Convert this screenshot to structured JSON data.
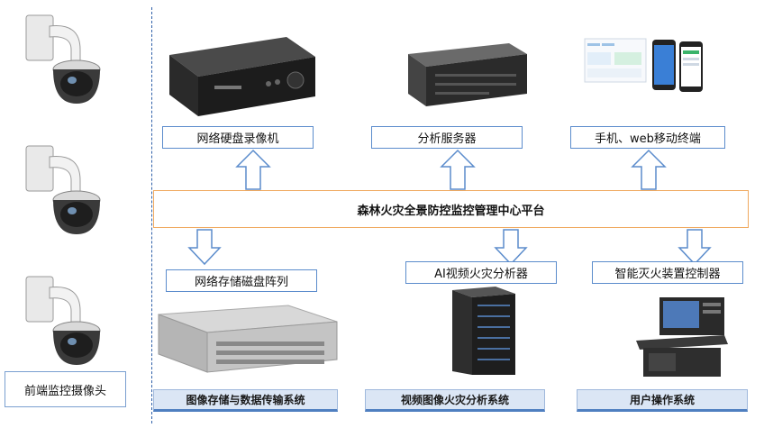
{
  "platform": {
    "title": "森林火灾全景防控监控管理中心平台"
  },
  "front_end": {
    "label": "前端监控摄像头"
  },
  "devices": [
    {
      "label": "网络硬盘录像机"
    },
    {
      "label": "分析服务器"
    },
    {
      "label": "手机、web移动终端"
    },
    {
      "label": "网络存储磁盘阵列"
    },
    {
      "label": "AI视频火灾分析器"
    },
    {
      "label": "智能灭火装置控制器"
    }
  ],
  "systems": [
    {
      "label": "图像存储与数据传输系统"
    },
    {
      "label": "视频图像火灾分析系统"
    },
    {
      "label": "用户操作系统"
    }
  ],
  "colors": {
    "arrow_outline": "#5b8ccc",
    "platform_border": "#f0a95f",
    "divider": "#2e5fa8"
  }
}
